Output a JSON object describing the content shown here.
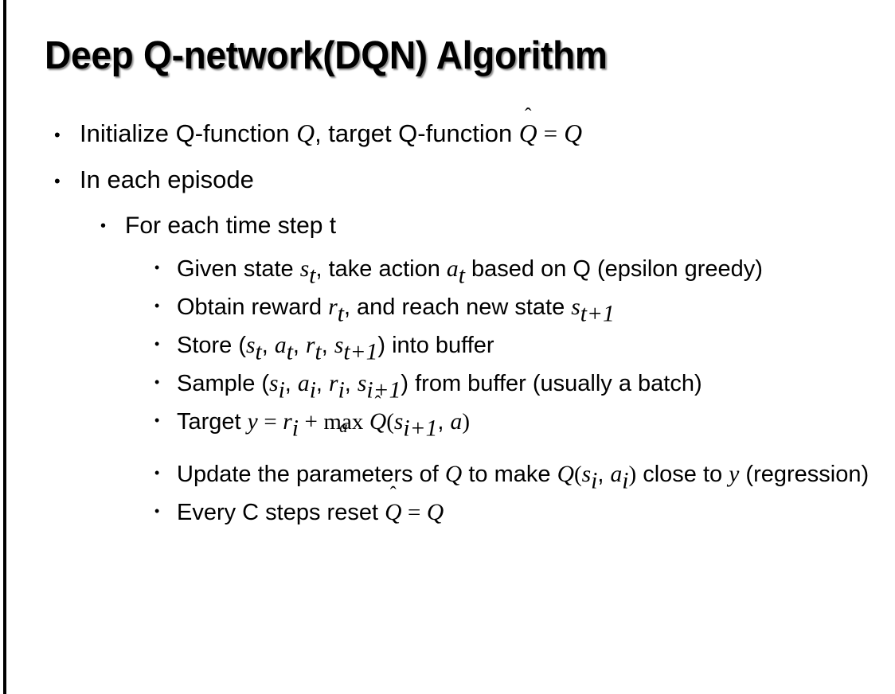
{
  "slide": {
    "title": "Deep Q-network(DQN) Algorithm",
    "background_color": "#ffffff",
    "text_color": "#000000",
    "accent_rule_color": "#000000",
    "bullets": [
      {
        "level": 1,
        "marker": "•",
        "text": "Initialize Q-function Q, target Q-function Q̂ = Q",
        "segments": {
          "a": "Initialize Q-function ",
          "var1": "Q",
          "b": ", target Q-function ",
          "var2": "Q",
          "hat": "̂",
          "eq": "=",
          "var3": "Q"
        }
      },
      {
        "level": 1,
        "marker": "•",
        "text": "In each episode"
      },
      {
        "level": 2,
        "marker": "•",
        "text": "For each time step t"
      },
      {
        "level": 3,
        "marker": "•",
        "text": "Given state s_t, take action a_t based on Q (epsilon greedy)",
        "segments": {
          "a": "Given state ",
          "s": "s",
          "sub1": "t",
          "b": ", take action ",
          "act": "a",
          "sub2": "t",
          "c": " based on Q (epsilon greedy)"
        }
      },
      {
        "level": 3,
        "marker": "•",
        "text": "Obtain reward r_t, and reach new state s_{t+1}",
        "segments": {
          "a": "Obtain reward ",
          "r": "r",
          "sub1": "t",
          "b": ", and reach new state ",
          "s": "s",
          "sub2": "t+1"
        }
      },
      {
        "level": 3,
        "marker": "•",
        "text": "Store (s_t, a_t, r_t, s_{t+1}) into buffer",
        "segments": {
          "a": "Store (",
          "s1": "s",
          "sub1": "t",
          "s2": "a",
          "sub2": "t",
          "s3": "r",
          "sub3": "t",
          "s4": "s",
          "sub4": "t+1",
          "b": ") into buffer"
        }
      },
      {
        "level": 3,
        "marker": "•",
        "text": "Sample (s_i, a_i, r_i, s_{i+1}) from buffer (usually a batch)",
        "segments": {
          "a": "Sample (",
          "s1": "s",
          "sub1": "i",
          "s2": "a",
          "sub2": "i",
          "s3": "r",
          "sub3": "i",
          "s4": "s",
          "sub4": "i+1",
          "b": ") from buffer (usually a batch)"
        }
      },
      {
        "level": 3,
        "marker": "•",
        "text": "Target y = r_i + max_a Q̂(s_{i+1}, a)",
        "segments": {
          "a": "Target ",
          "y": "y",
          "eq": "=",
          "r": "r",
          "sub1": "i",
          "plus": "+",
          "max": "max",
          "maxsub": "a",
          "qhat": "Q",
          "hat": "̂",
          "open": "(",
          "s": "s",
          "sub2": "i+1",
          "comma": ", ",
          "act": "a",
          "close": ")"
        }
      },
      {
        "level": 3,
        "marker": "•",
        "text": "Update the parameters of Q to make Q(s_i, a_i) close to y (regression)",
        "segments": {
          "a": "Update the parameters of ",
          "q1": "Q",
          "b": " to make ",
          "q2": "Q",
          "open": "(",
          "s": "s",
          "sub1": "i",
          "comma": ", ",
          "act": "a",
          "sub2": "i",
          "close": ")",
          "c": " close to ",
          "y": "y",
          "d": " (regression)"
        }
      },
      {
        "level": 3,
        "marker": "•",
        "text": "Every C steps reset Q̂ = Q",
        "segments": {
          "a": "Every C steps reset ",
          "qhat": "Q",
          "hat": "̂",
          "eq": "=",
          "q": "Q"
        }
      }
    ]
  }
}
